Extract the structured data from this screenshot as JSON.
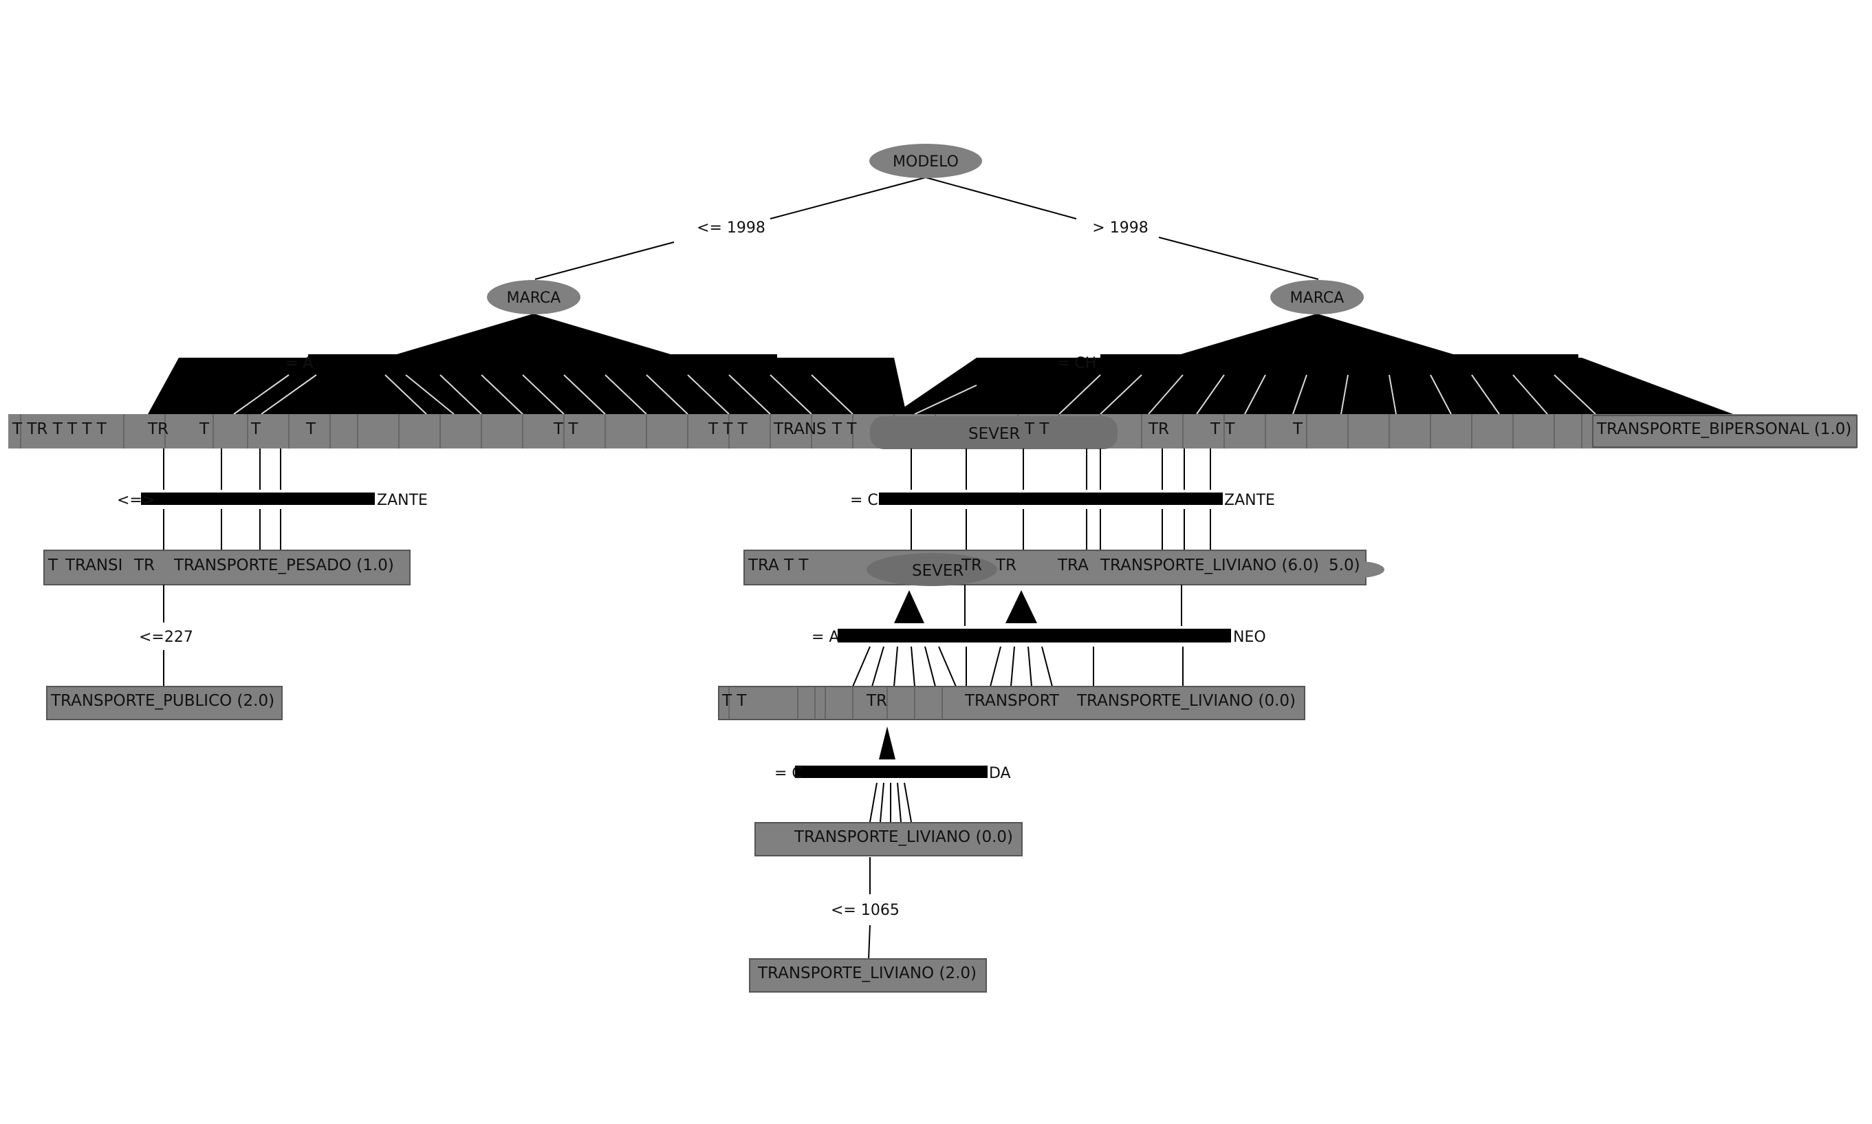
{
  "colors": {
    "node_fill": "#808080",
    "node_dark": "#6e6e6e",
    "edge": "#000000",
    "text": "#111111",
    "background": "#ffffff"
  },
  "tree": {
    "root": {
      "attribute": "MODELO"
    },
    "branches": {
      "left": "<= 1998",
      "right": "> 1998"
    },
    "marca_left": {
      "attribute": "MARCA",
      "fan_label_prefix": "= A"
    },
    "marca_right": {
      "attribute": "MARCA",
      "fan_label_prefix": "= CH"
    },
    "row1": {
      "left_stub": "T TR T T T T",
      "left_tr": "TR",
      "left_t1": "T",
      "left_t2": "T",
      "left_t3": "T",
      "mid_t1": "T T",
      "mid_t2": "T T T",
      "mid_trans": "TRANS",
      "mid_t3": "T T",
      "sever": "SEVER",
      "right_t": "T T",
      "right_tr": "TR",
      "right_t2": "T T",
      "right_t3": "T",
      "bipersonal": "TRANSPORTE_BIPERSONAL (1.0)"
    },
    "row2": {
      "left_splits_label": "<=>",
      "left_tail": "ZANTE",
      "mid_prefix": "= C",
      "mid_tail": "ZANTE"
    },
    "row3": {
      "t": "T",
      "transp": "TRANSI",
      "tr": "TR",
      "pesado": "TRANSPORTE_PESADO (1.0)",
      "tra": "TRA",
      "t_mid": "T T",
      "sever": "SEVER",
      "tr_mid": "TR",
      "tr_mid2": "TR",
      "tra_right": "TRA",
      "liviano": "TRANSPORTE_LIVIANO (6.0)",
      "tail": "5.0)"
    },
    "row4": {
      "left_split": "<=227",
      "mid_prefix": "= A",
      "mid_tail": "NEO"
    },
    "row5": {
      "publico": "TRANSPORTE_PUBLICO (2.0)",
      "t_stub": "T T",
      "tr": "TR",
      "transport": "TRANSPORT",
      "liviano": "TRANSPORTE_LIVIANO (0.0)"
    },
    "row6": {
      "split_prefix": "= C",
      "split_tail": "DA"
    },
    "row7": {
      "liviano": "TRANSPORTE_LIVIANO (0.0)"
    },
    "row8": {
      "split": "<= 1065"
    },
    "row9": {
      "liviano": "TRANSPORTE_LIVIANO (2.0)"
    }
  }
}
